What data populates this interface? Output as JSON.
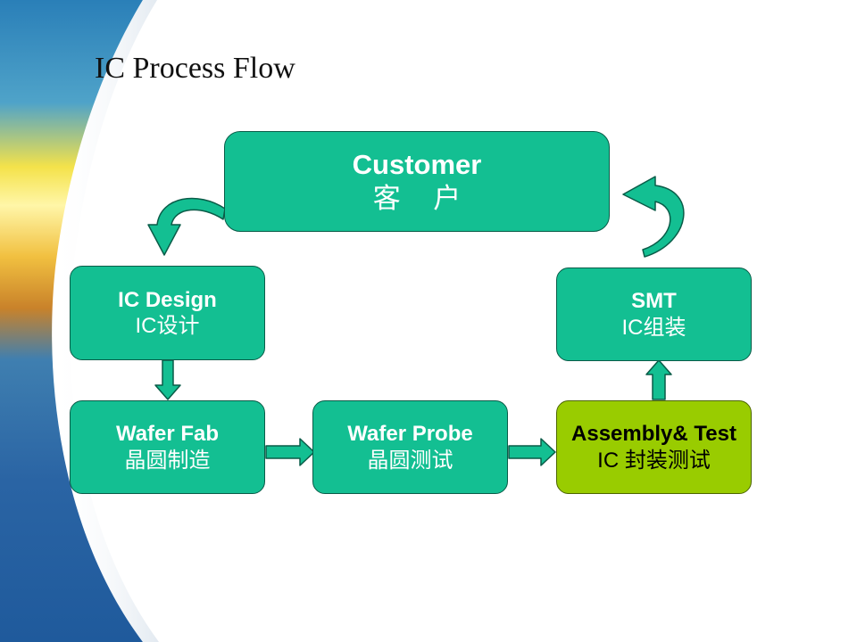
{
  "slide": {
    "title": "IC Process Flow"
  },
  "flow": {
    "customer": {
      "en": "Customer",
      "zh": "客 户"
    },
    "ic_design": {
      "en": "IC Design",
      "zh": "IC设计"
    },
    "wafer_fab": {
      "en": "Wafer Fab",
      "zh": "晶圆制造"
    },
    "wafer_probe": {
      "en": "Wafer Probe",
      "zh": "晶圆测试"
    },
    "assembly_test": {
      "en": "Assembly& Test",
      "zh": "IC 封装测试"
    },
    "smt": {
      "en": "SMT",
      "zh": "IC组装"
    }
  },
  "colors": {
    "box_fill": "#13bf92",
    "highlight_fill": "#99cc00",
    "arrow_fill": "#13bf92",
    "outline": "#0a5c48"
  }
}
